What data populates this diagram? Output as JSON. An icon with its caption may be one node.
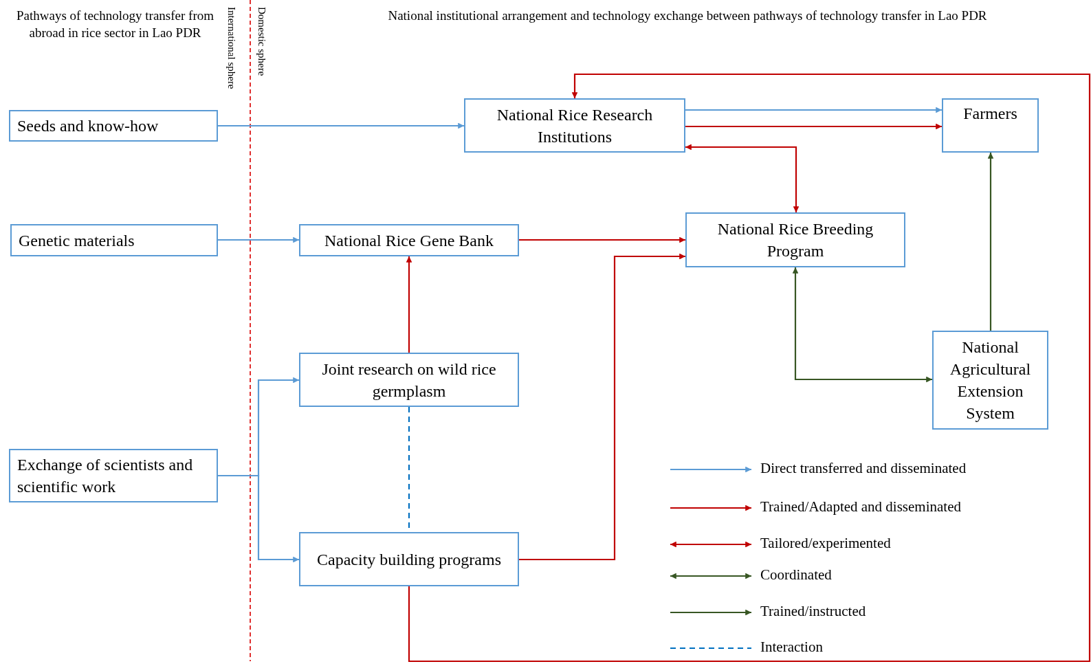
{
  "diagram": {
    "nodes": [
      {
        "text": [
          "Seeds and know-how"
        ]
      },
      {
        "text": [
          "Genetic materials"
        ]
      },
      {
        "text": [
          "Exchange of scientists and scientific work"
        ]
      },
      {
        "text": [
          "National Rice Research Institutions"
        ]
      },
      {
        "text": [
          "Farmers"
        ]
      },
      {
        "text": [
          "National Rice Gene Bank"
        ]
      },
      {
        "text": [
          "National Rice Breeding Program"
        ]
      },
      {
        "text": [
          "Joint research on wild rice germplasm"
        ]
      },
      {
        "text": [
          "National Agricultural Extension System"
        ]
      },
      {
        "text": [
          "Capacity building programs"
        ]
      }
    ],
    "edges": [
      {
        "from": 0,
        "to": 3,
        "arrow": "to",
        "color": "#5b9bd5"
      },
      {
        "from": 1,
        "to": 5,
        "arrow": "to",
        "color": "#5b9bd5"
      },
      {
        "from": 2,
        "to": 7,
        "arrow": "to",
        "color": "#5b9bd5"
      },
      {
        "from": 2,
        "to": 9,
        "arrow": "to",
        "color": "#5b9bd5"
      },
      {
        "from": 3,
        "to": 4,
        "arrow": "to",
        "color": "#5b9bd5"
      },
      {
        "from": 3,
        "to": 4,
        "arrow": "to"
      },
      {
        "from": 3,
        "to": 6,
        "arrow": "both"
      },
      {
        "from": 5,
        "to": 6,
        "arrow": "to"
      },
      {
        "from": 9,
        "to": 6,
        "arrow": "to"
      },
      {
        "from": 7,
        "to": 5,
        "arrow": "to"
      },
      {
        "from": 7,
        "to": 9,
        "arrow": "none",
        "style": "dashed",
        "color": "#0070c0"
      },
      {
        "from": 9,
        "to": 3,
        "arrow": "to"
      },
      {
        "from": 6,
        "to": 8,
        "arrow": "both",
        "color": "#375623"
      },
      {
        "from": 8,
        "to": 4,
        "arrow": "to",
        "color": "#375623"
      }
    ],
    "labels": [
      "Pathways of technology transfer from abroad in rice sector in Lao PDR",
      "International sphere",
      "Domestic sphere",
      "National institutional arrangement and technology exchange between pathways of technology transfer in Lao PDR"
    ],
    "legend": [
      {
        "text": "Direct transferred and disseminated"
      },
      {
        "text": "Trained/Adapted and disseminated"
      },
      {
        "text": "Tailored/experimented"
      },
      {
        "text": "Coordinated"
      },
      {
        "text": "Trained/instructed"
      },
      {
        "text": "Interaction"
      }
    ]
  }
}
